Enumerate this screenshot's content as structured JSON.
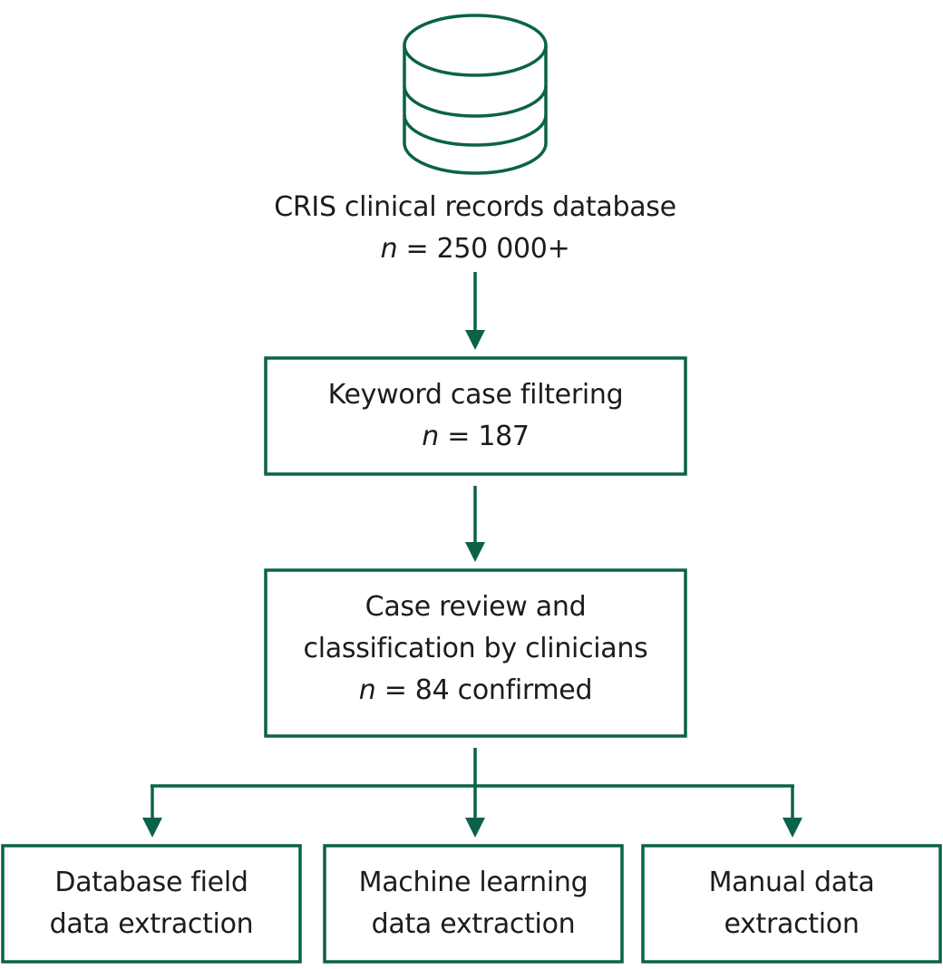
{
  "colors": {
    "stroke": "#0b6248",
    "text": "#1c1c1c",
    "background": "#ffffff"
  },
  "source": {
    "icon": "database-icon",
    "title": "CRIS clinical records database",
    "count_symbol": "n",
    "count_text": " = 250 000+"
  },
  "steps": [
    {
      "lines": [
        "Keyword case filtering"
      ],
      "count_symbol": "n",
      "count_text": " = 187"
    },
    {
      "lines": [
        "Case review and",
        "classification by clinicians"
      ],
      "count_symbol": "n",
      "count_text": " = 84 confirmed"
    }
  ],
  "outputs": [
    {
      "lines": [
        "Database field",
        "data extraction"
      ]
    },
    {
      "lines": [
        "Machine learning",
        "data extraction"
      ]
    },
    {
      "lines": [
        "Manual data",
        "extraction"
      ]
    }
  ]
}
